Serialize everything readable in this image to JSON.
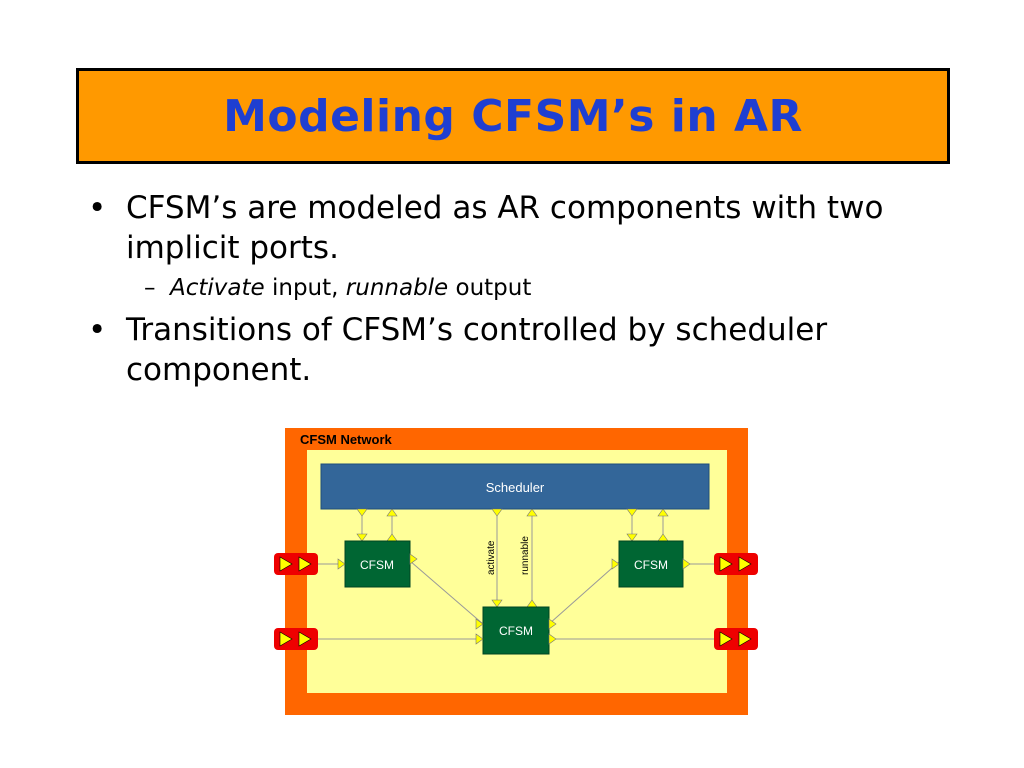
{
  "slide": {
    "title": "Modeling CFSM’s in AR"
  },
  "bullets": {
    "b1": "CFSM’s are modeled as AR components with two implicit ports.",
    "b1_sub_activate": "Activate",
    "b1_sub_input": " input, ",
    "b1_sub_runnable": "runnable",
    "b1_sub_output": " output",
    "b2": "Transitions of CFSM’s controlled by scheduler component.",
    "bullet_glyph": "•",
    "dash_glyph": "–"
  },
  "diagram": {
    "network_label": "CFSM Network",
    "scheduler_label": "Scheduler",
    "cfsm_left_label": "CFSM",
    "cfsm_right_label": "CFSM",
    "cfsm_bottom_label": "CFSM",
    "activate_label": "activate",
    "runnable_label": "runnable",
    "colors": {
      "outer": "#ff6600",
      "inner": "#ffff99",
      "scheduler": "#336699",
      "cfsm": "#006633",
      "port_box": "#ee0000",
      "port_arrow": "#ffff00"
    }
  }
}
